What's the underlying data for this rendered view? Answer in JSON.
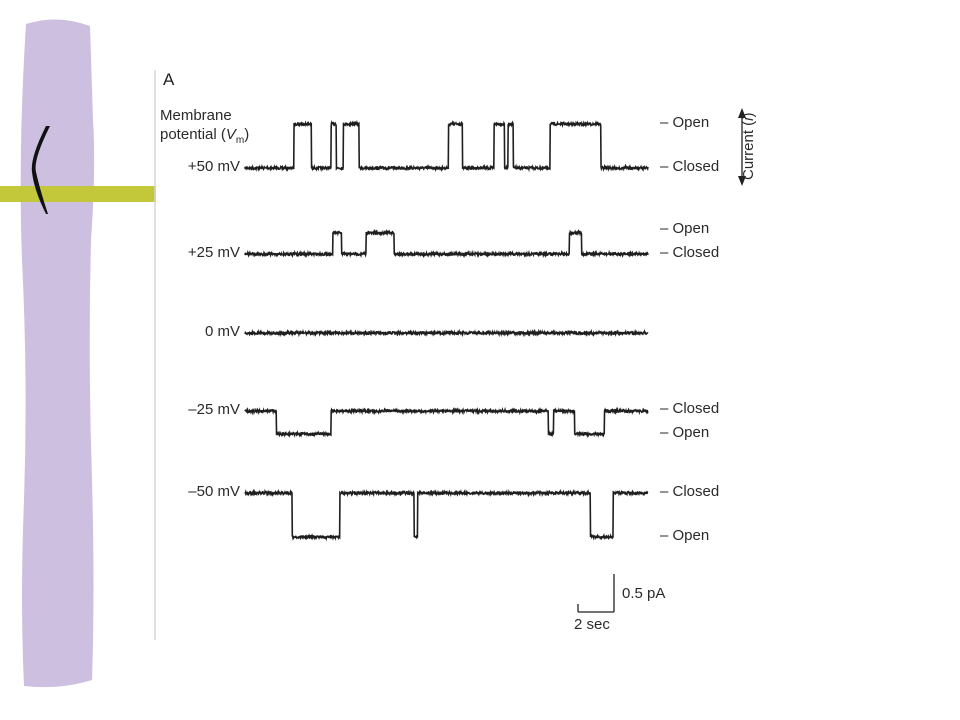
{
  "panel_label": "A",
  "membrane_label": {
    "line1": "Membrane",
    "line2_prefix": "potential (",
    "line2_var": "V",
    "line2_sub": "m",
    "line2_suffix": ")"
  },
  "current_label": {
    "prefix": "Current (",
    "var": "i",
    "suffix": ")"
  },
  "scale_bar": {
    "current_label": "0.5 pA",
    "time_label": "2 sec"
  },
  "colors": {
    "decor_purple": "#cdbfe0",
    "decor_bar": "#c3c83a",
    "trace": "#1f1f1f"
  },
  "chart_data": {
    "type": "line",
    "title": "",
    "x_unit": "sec",
    "y_unit": "pA",
    "time_range": [
      0,
      23
    ],
    "series": [
      {
        "name": "+50 mV",
        "state_labels": [
          "Open",
          "Closed"
        ],
        "closed_level": 0,
        "open_level": 0.5,
        "open_intervals": [
          [
            2.8,
            3.8
          ],
          [
            4.9,
            5.2
          ],
          [
            5.6,
            6.5
          ],
          [
            11.6,
            12.4
          ],
          [
            14.2,
            14.8
          ],
          [
            15.0,
            15.3
          ],
          [
            17.4,
            20.3
          ]
        ]
      },
      {
        "name": "+25 mV",
        "state_labels": [
          "Open",
          "Closed"
        ],
        "closed_level": 0,
        "open_level": 0.24,
        "open_intervals": [
          [
            5.0,
            5.5
          ],
          [
            6.9,
            8.5
          ],
          [
            18.5,
            19.2
          ]
        ]
      },
      {
        "name": "0 mV",
        "state_labels": [],
        "closed_level": 0,
        "open_level": 0,
        "open_intervals": []
      },
      {
        "name": "–25 mV",
        "state_labels": [
          "Closed",
          "Open"
        ],
        "closed_level": 0,
        "open_level": -0.26,
        "open_intervals": [
          [
            1.8,
            4.9
          ],
          [
            17.3,
            17.6
          ],
          [
            18.8,
            20.5
          ]
        ]
      },
      {
        "name": "–50 mV",
        "state_labels": [
          "Closed",
          "Open"
        ],
        "closed_level": 0,
        "open_level": -0.5,
        "open_intervals": [
          [
            2.7,
            5.4
          ],
          [
            9.65,
            9.85
          ],
          [
            19.7,
            21.0
          ]
        ]
      }
    ]
  }
}
